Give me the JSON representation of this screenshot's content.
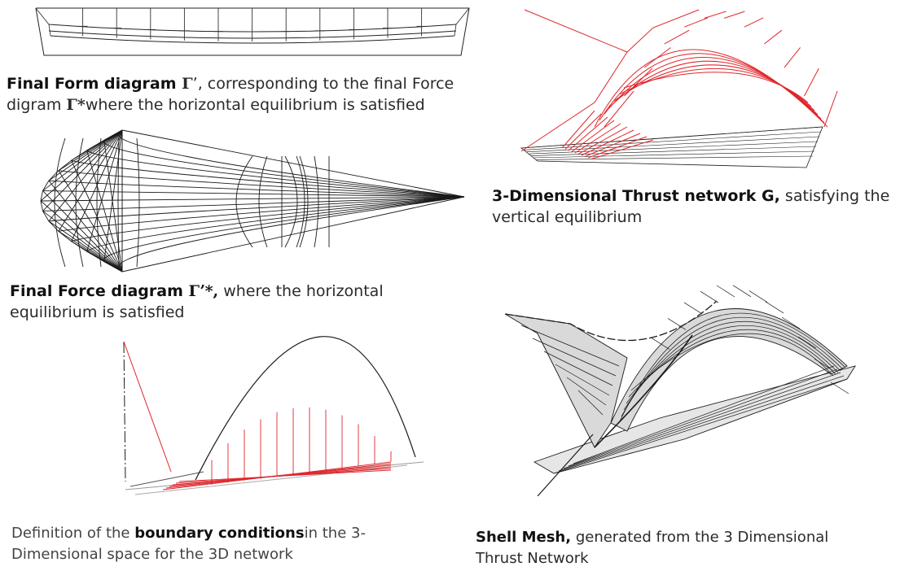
{
  "panels": {
    "form": {
      "bold": "Final Form diagram ",
      "symbol": "Γ",
      "text1": "ʼ, corresponding to the final Force",
      "text2_pre": "digram ",
      "symbol2": "Γ*",
      "text2_post": "where the horizontal equilibrium is satisfied"
    },
    "force": {
      "bold": "Final Force diagram ",
      "symbol": "Γʼ*,",
      "text1": " where the horizontal",
      "text2": "equilibrium is satisfied"
    },
    "boundary": {
      "pre": "Definition of the ",
      "bold": "boundary conditions",
      "post": "in the 3-",
      "line2": "Dimensional space for the 3D network"
    },
    "thrust": {
      "bold": "3-Dimensional Thrust network G,",
      "text1": " satisfying the",
      "text2": "vertical equilibrium"
    },
    "shell": {
      "bold": "Shell Mesh,",
      "text1": " generated from the 3 Dimensional",
      "text2": "Thrust Network"
    }
  },
  "colors": {
    "line_dark": "#1a1a1a",
    "line_red": "#e0262b",
    "shell_fill": "#d9d9d9"
  }
}
